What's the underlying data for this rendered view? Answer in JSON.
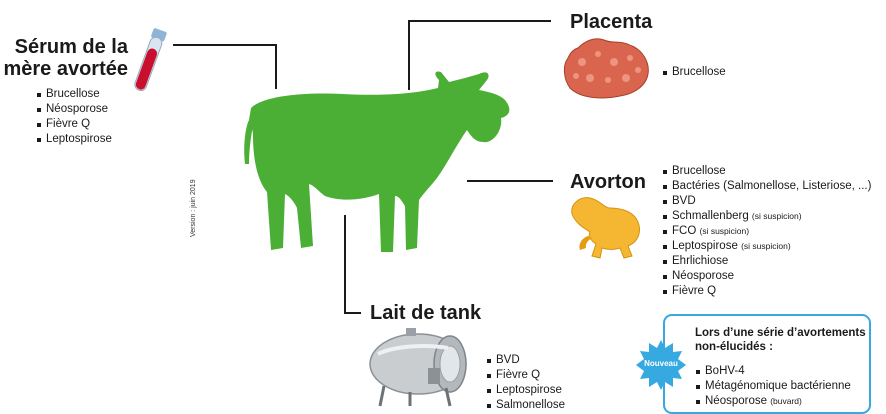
{
  "colors": {
    "cow": "#4caf35",
    "accent_blue": "#36a9e1",
    "blood": "#c8102e"
  },
  "serum": {
    "title_line1": "Sérum de la",
    "title_line2": "mère avortée",
    "items": [
      "Brucellose",
      "Néosporose",
      "Fièvre Q",
      "Leptospirose"
    ],
    "icon": "blood-tube-icon"
  },
  "placenta": {
    "title": "Placenta",
    "items": [
      "Brucellose"
    ],
    "icon": "placenta-icon"
  },
  "avorton": {
    "title": "Avorton",
    "items": [
      {
        "text": "Brucellose",
        "note": ""
      },
      {
        "text": "Bactéries (Salmonellose, Listeriose, ...)",
        "note": ""
      },
      {
        "text": "BVD",
        "note": ""
      },
      {
        "text": "Schmallenberg",
        "note": "(si suspicion)"
      },
      {
        "text": "FCO",
        "note": "(si suspicion)"
      },
      {
        "text": "Leptospirose",
        "note": "(si suspicion)"
      },
      {
        "text": "Ehrlichiose",
        "note": ""
      },
      {
        "text": "Néosporose",
        "note": ""
      },
      {
        "text": "Fièvre Q",
        "note": ""
      }
    ],
    "icon": "fetus-icon"
  },
  "lait": {
    "title": "Lait de tank",
    "items": [
      "BVD",
      "Fièvre Q",
      "Leptospirose",
      "Salmonellose"
    ],
    "icon": "milk-tank-icon"
  },
  "cow": {
    "icon": "cow-icon",
    "version": "Version : juin 2019"
  },
  "nouveau": {
    "badge": "Nouveau",
    "header_line1": "Lors d’une série d’avortements",
    "header_line2": "non-élucidés :",
    "items": [
      {
        "text": "BoHV-4",
        "note": ""
      },
      {
        "text": "Métagénomique bactérienne",
        "note": ""
      },
      {
        "text": "Néosporose",
        "note": "(buvard)"
      }
    ]
  }
}
